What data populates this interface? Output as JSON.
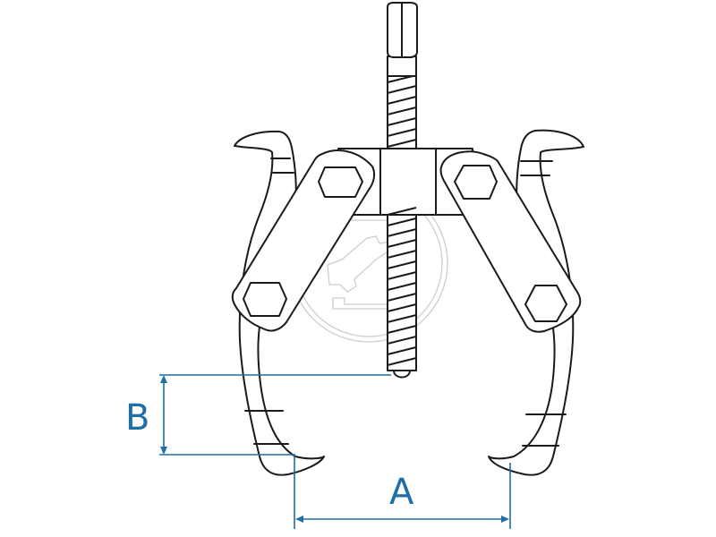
{
  "diagram": {
    "subject": "two-jaw gear puller",
    "colors": {
      "line_art": "#1a1a1a",
      "dimension": "#1f6ea6",
      "background": "#ffffff",
      "watermark": "#c8c8c8"
    },
    "parts": [
      "hex-head",
      "threaded-spindle",
      "center-block",
      "left-link-arm",
      "right-link-arm",
      "left-jaw",
      "right-jaw"
    ],
    "dimensions": {
      "A": {
        "label": "A",
        "meaning": "jaw span (horizontal)"
      },
      "B": {
        "label": "B",
        "meaning": "reach depth (vertical)"
      }
    }
  }
}
